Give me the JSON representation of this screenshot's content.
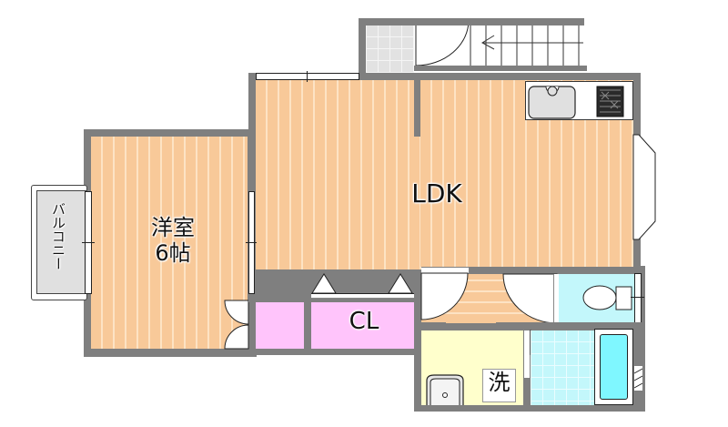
{
  "floorplan": {
    "rooms": {
      "western_room": {
        "name": "洋室",
        "size": "6帖"
      },
      "ldk": {
        "name": "LDK"
      },
      "closet": {
        "name": "CL"
      },
      "washroom": {
        "name": "洗"
      },
      "balcony": {
        "name": "バルコニー"
      }
    },
    "colors": {
      "wall": "#7f7f7f",
      "wood_floor": "#f8c999",
      "closet": "#ffc4fb",
      "washroom": "#ffffcc",
      "bath_toilet": "#c3f7fb",
      "entrance_tile": "#e2e2e2",
      "balcony": "#e0e0e0"
    },
    "fixtures": [
      "kitchen-sink",
      "gas-stove",
      "toilet",
      "bathtub",
      "wash-basin",
      "stairs"
    ]
  }
}
